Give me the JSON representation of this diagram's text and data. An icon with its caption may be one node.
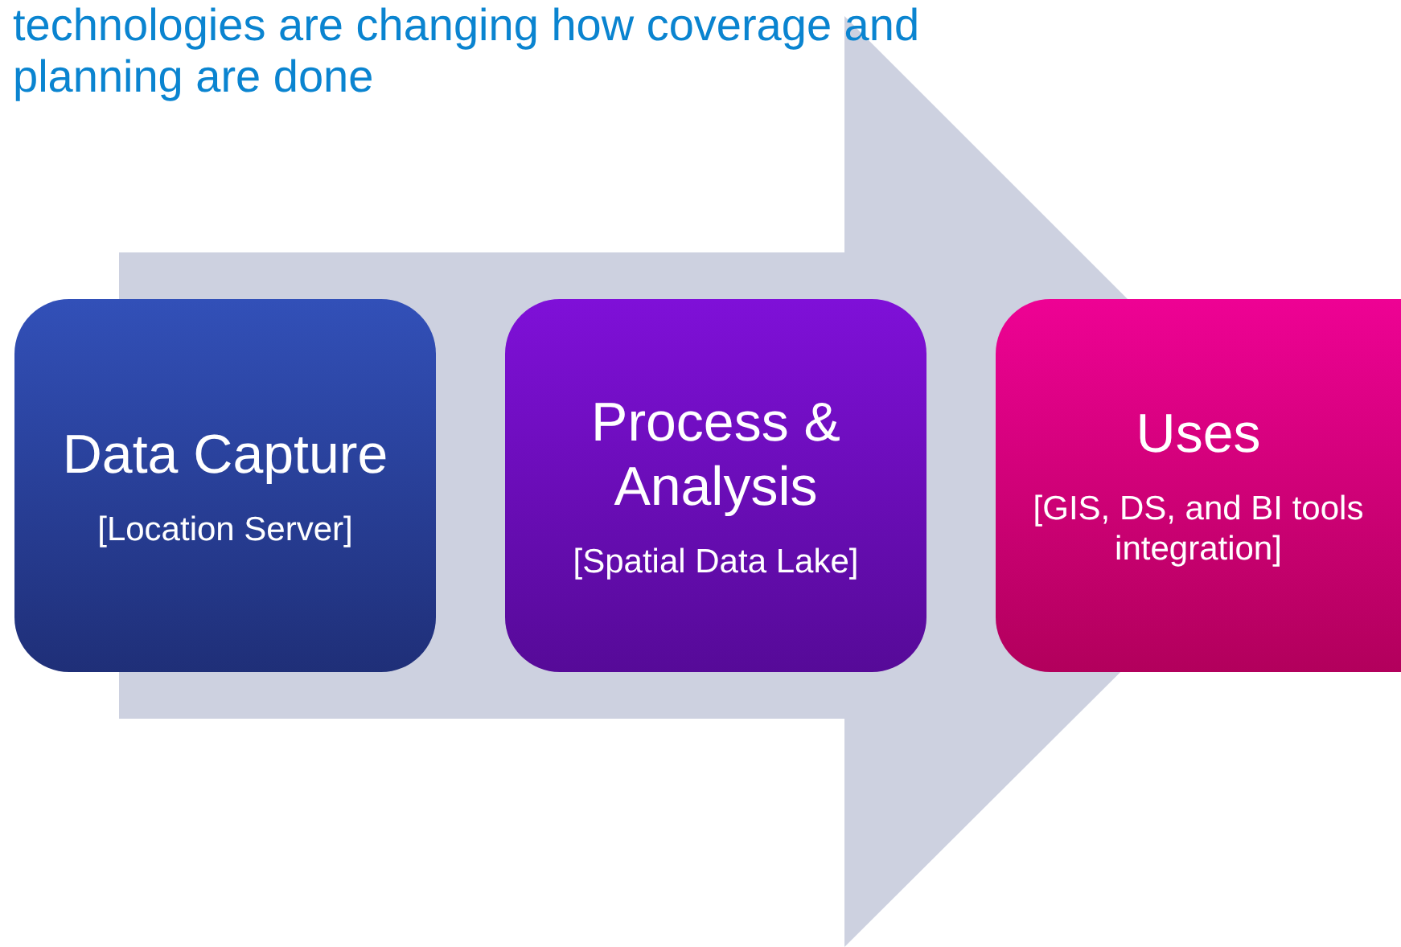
{
  "diagram": {
    "title": "technologies are changing how coverage and planning are done",
    "nodes": [
      {
        "text": [
          "Data Capture",
          "[Location Server]"
        ]
      },
      {
        "text": [
          "Process & Analysis",
          "[Spatial Data Lake]"
        ]
      },
      {
        "text": [
          "Uses",
          "[GIS, DS, and BI tools integration]"
        ]
      }
    ],
    "edges": [
      {
        "from": 0,
        "to": 2,
        "arrow": "to"
      }
    ]
  }
}
